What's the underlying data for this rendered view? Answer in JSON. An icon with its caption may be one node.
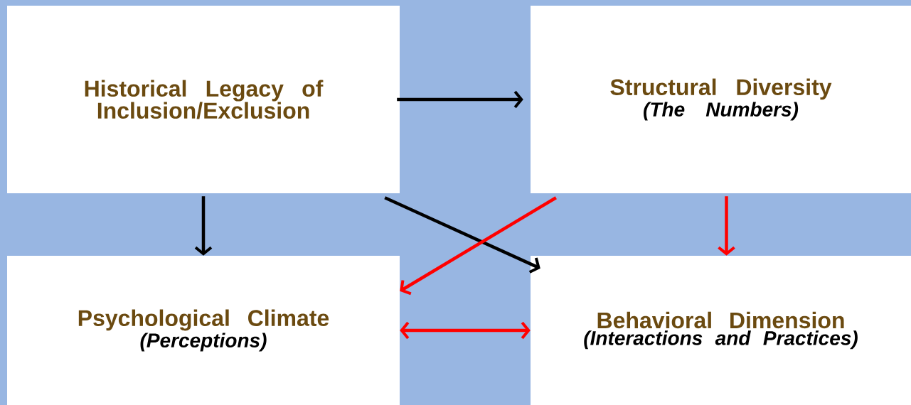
{
  "diagram": {
    "nodes": [
      {
        "text": [
          "Historical Legacy of Inclusion/Exclusion"
        ]
      },
      {
        "text": [
          "Structural Diversity",
          "(The Numbers)"
        ]
      },
      {
        "text": [
          "Psychological Climate",
          "(Perceptions)"
        ]
      },
      {
        "text": [
          "Behavioral Dimension",
          "(Interactions and Practices)"
        ]
      }
    ],
    "edges": [
      {
        "from": 0,
        "to": 1,
        "arrow": "to"
      },
      {
        "from": 0,
        "to": 2,
        "arrow": "to"
      },
      {
        "from": 0,
        "to": 3,
        "arrow": "to"
      },
      {
        "from": 1,
        "to": 2,
        "arrow": "to",
        "color": "#ff0000"
      },
      {
        "from": 1,
        "to": 3,
        "arrow": "to",
        "color": "#ff0000"
      },
      {
        "from": 2,
        "to": 3,
        "arrow": "both",
        "color": "#ff0000"
      }
    ]
  }
}
